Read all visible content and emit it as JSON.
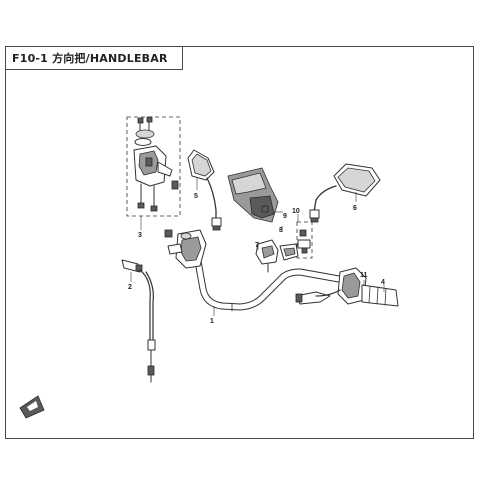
{
  "header": {
    "title": "F10-1 方向把/HANDLEBAR"
  },
  "callouts": [
    "1",
    "2",
    "3",
    "4",
    "5",
    "6",
    "7",
    "8",
    "9",
    "10",
    "11"
  ],
  "colors": {
    "line": "#333333",
    "frame": "#4a4a4a",
    "shade_dark": "#5a5a5a",
    "shade_mid": "#9a9a9a",
    "shade_light": "#d6d6d6"
  }
}
